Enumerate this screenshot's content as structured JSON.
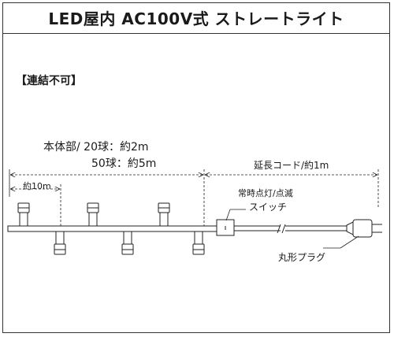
{
  "title": "LED屋内 AC100V式 ストレートライト",
  "note": "【連結不可】",
  "specs": {
    "line1": "本体部/ 20球：約2m",
    "line2": "50球：約5m"
  },
  "pitch_label": "約10m",
  "cord_label": "延長コード/約1m",
  "switch_label_line1": "常時点灯/点滅",
  "switch_label_line2": "スイッチ",
  "plug_label": "丸形プラグ"
}
